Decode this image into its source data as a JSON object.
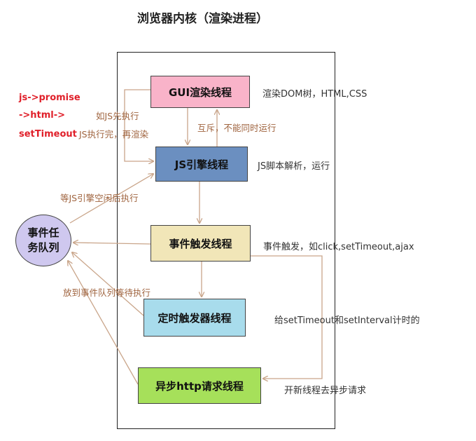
{
  "title": "浏览器内核（渲染进程）",
  "threads": {
    "gui": "GUI渲染线程",
    "js": "JS引擎线程",
    "event": "事件触发线程",
    "timer": "定时触发器线程",
    "http": "异步http请求线程"
  },
  "queue": {
    "line1": "事件任",
    "line2": "务队列"
  },
  "descriptions": {
    "gui": "渲染DOM树，HTML,CSS",
    "js": "JS脚本解析，运行",
    "event": "事件触发，如click,setTimeout,ajax",
    "timer": "给setTimeout和setInterval计时的",
    "http": "开新线程去异步请求"
  },
  "annotations": {
    "js_first": "如JS先执行",
    "render_after": "JS执行完，再渲染",
    "mutex": "互斥，不能同时运行",
    "wait_idle": "等JS引擎空闲后执行",
    "to_queue": "放到事件队列等待执行"
  },
  "side_note": {
    "line1": "js->promise",
    "line2": "->html->",
    "line3": "setTimeout"
  },
  "colors": {
    "gui": "#f9b3c9",
    "js": "#6b8fc0",
    "event": "#f1e6b8",
    "timer": "#a8dcec",
    "http": "#a6e05a",
    "queue": "#cfc8ef",
    "annotation": "#a06540",
    "side_note": "#e0202a"
  }
}
